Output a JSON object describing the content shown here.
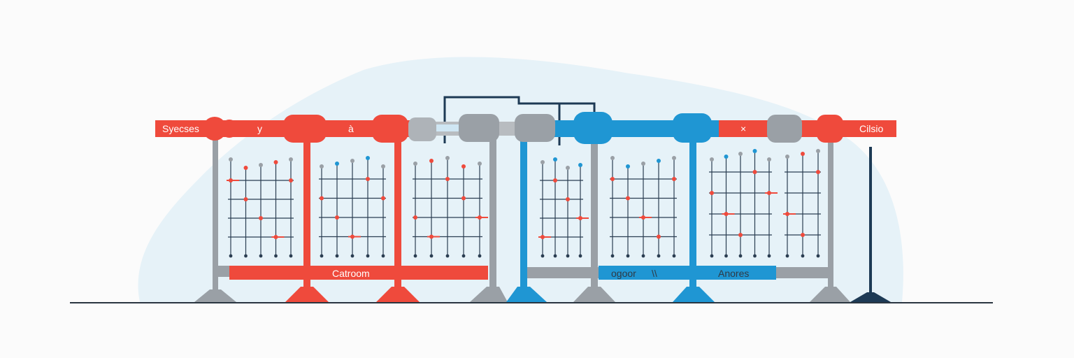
{
  "labels": {
    "top_left": "Syecses",
    "top_mark_1": "y",
    "top_mark_2": "à",
    "top_mark_3": "×",
    "top_right": "Cilsio",
    "bottom_1": "Catroom",
    "bottom_2": "ogoor",
    "bottom_2_mark": "\\\\",
    "bottom_3": "Anores"
  },
  "colors": {
    "red": "#ef4a3c",
    "blue": "#1f96d3",
    "gray": "#9aa0a6",
    "navy": "#1d3a55",
    "blob": "#e6f2f8",
    "ground": "#2a3540",
    "grid": "#2b3e52"
  }
}
